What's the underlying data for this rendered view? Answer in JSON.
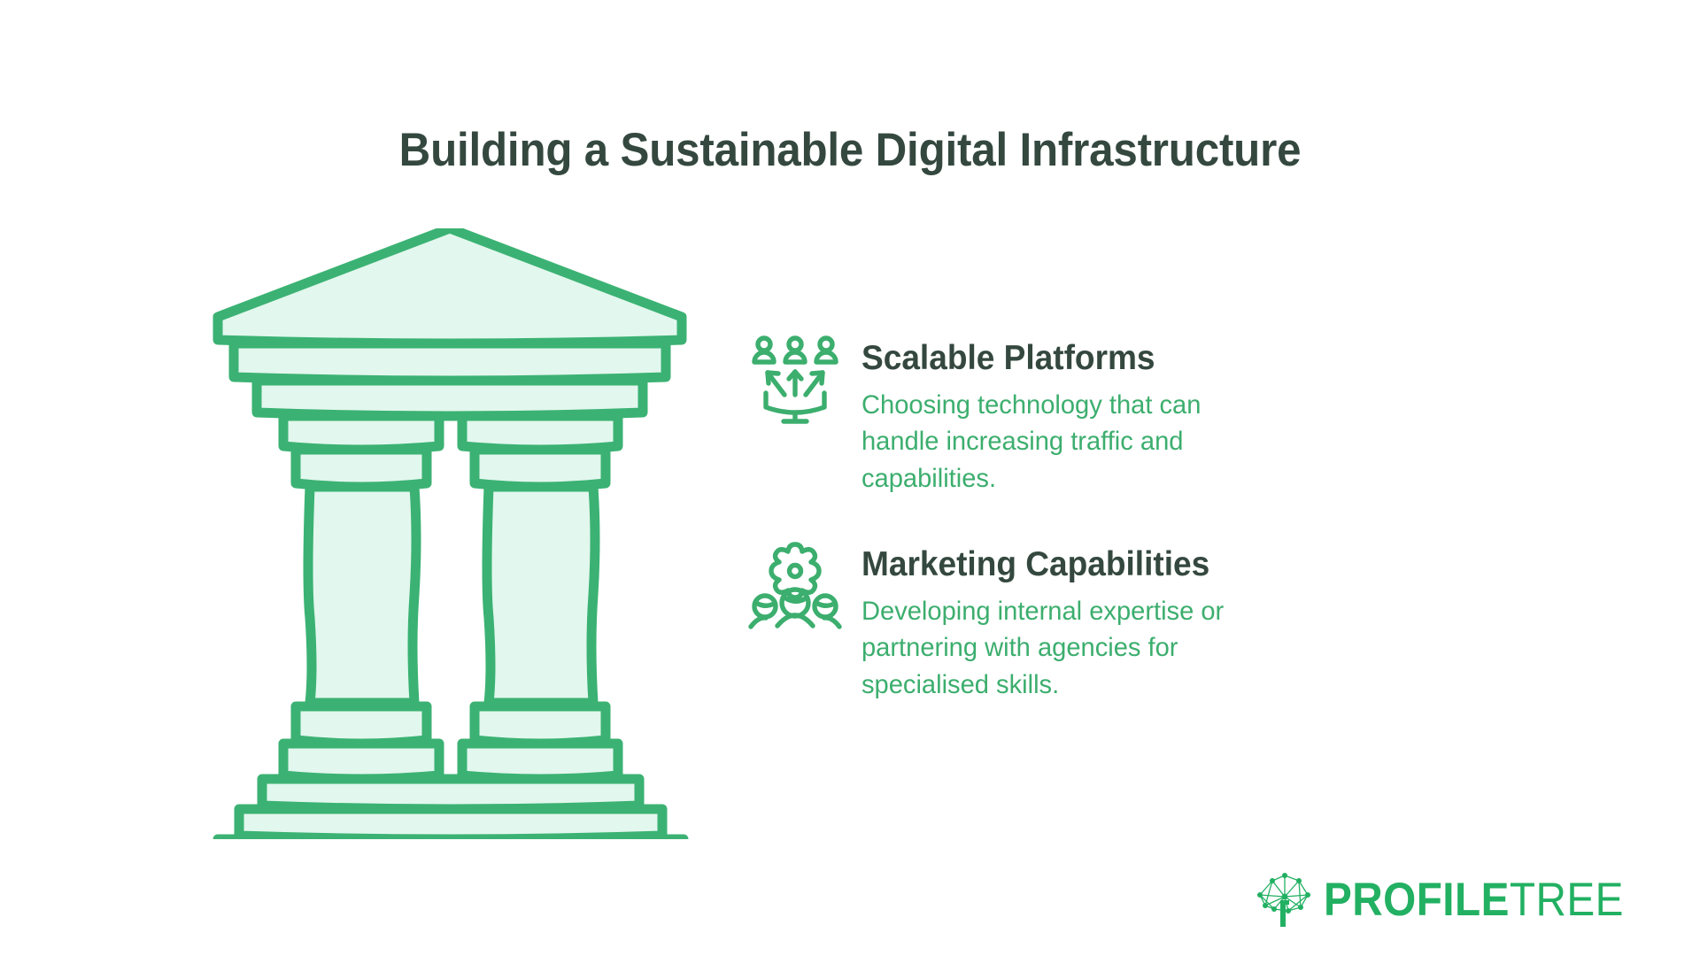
{
  "slide": {
    "title": "Building a Sustainable Digital Infrastructure",
    "background_color": "#FFFFFF"
  },
  "colors": {
    "heading_dark_green": "#34483F",
    "accent_green": "#3CAE6E",
    "stroke_green": "#3BB273",
    "fill_mint": "#E2F7EE",
    "logo_green": "#22B062"
  },
  "illustration": {
    "name": "greek-temple-pillars",
    "description": "Hand-drawn Greek temple with pediment roof, two columns and stepped base",
    "stroke_color": "#3BB273",
    "fill_color": "#E2F7EE"
  },
  "features": [
    {
      "icon": "scalable-platform-icon",
      "title": "Scalable Platforms",
      "description": "Choosing technology that can handle increasing traffic and capabilities."
    },
    {
      "icon": "marketing-team-gear-icon",
      "title": "Marketing Capabilities",
      "description": "Developing internal expertise or partnering with agencies for specialised skills."
    }
  ],
  "logo": {
    "mark": "network-tree-icon",
    "name_bold": "PROFILE",
    "name_light": "TREE"
  }
}
